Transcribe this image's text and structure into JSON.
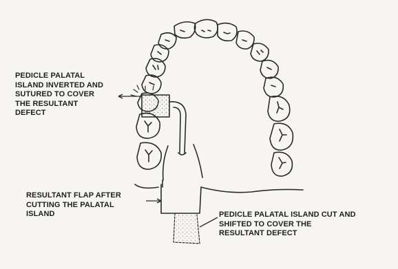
{
  "labels": {
    "inverted_flap": {
      "lines": [
        "PEDICLE PALATAL",
        "ISLAND INVERTED AND",
        "SUTURED TO COVER",
        "THE RESULTANT",
        "DEFECT"
      ]
    },
    "resultant_flap": {
      "lines": [
        "RESULTANT FLAP AFTER",
        "CUTTING THE PALATAL",
        "ISLAND"
      ]
    },
    "island_cut": {
      "lines": [
        "PEDICLE PALATAL ISLAND CUT AND",
        "SHIFTED TO COVER THE",
        "RESULTANT DEFECT"
      ]
    }
  },
  "colors": {
    "ink": "#2a2a2a",
    "background": "#f6f5f2",
    "shading": "#7a7a7a"
  }
}
